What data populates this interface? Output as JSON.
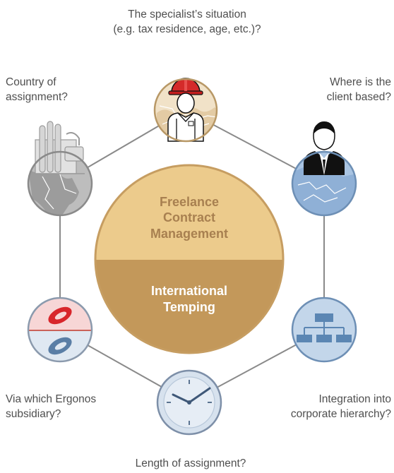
{
  "center": {
    "top_lines": [
      "Freelance",
      "Contract",
      "Management"
    ],
    "bottom_lines": [
      "International",
      "Temping"
    ],
    "colors": {
      "top": "#eccb8c",
      "bottom": "#c3985a",
      "ring": "#c69d61",
      "top_text": "#a88050",
      "bottom_text": "#ffffff"
    }
  },
  "labels": {
    "top": [
      "The specialist’s situation",
      "(e.g. tax residence, age, etc.)?"
    ],
    "upper_left": [
      "Country of",
      "assignment?"
    ],
    "upper_right": [
      "Where is the",
      "client based?"
    ],
    "lower_left": [
      "Via which Ergonos",
      "subsidiary?"
    ],
    "lower_right": [
      "Integration into",
      "corporate hierarchy?"
    ],
    "bottom": [
      "Length of assignment?"
    ]
  },
  "nodes": {
    "top": {
      "icon": "worker-with-hardhat-icon",
      "ring": "#b89866"
    },
    "upper_left": {
      "icon": "industrial-plant-icon",
      "ring": "#8a8a8a"
    },
    "upper_right": {
      "icon": "businessman-icon",
      "ring": "#6d8fb5"
    },
    "lower_left": {
      "icon": "ergonos-logo-icon",
      "ring": "#8b9aad"
    },
    "lower_right": {
      "icon": "org-chart-icon",
      "ring": "#6d8fb5"
    },
    "bottom": {
      "icon": "clock-icon",
      "ring": "#7d8fa8"
    }
  }
}
